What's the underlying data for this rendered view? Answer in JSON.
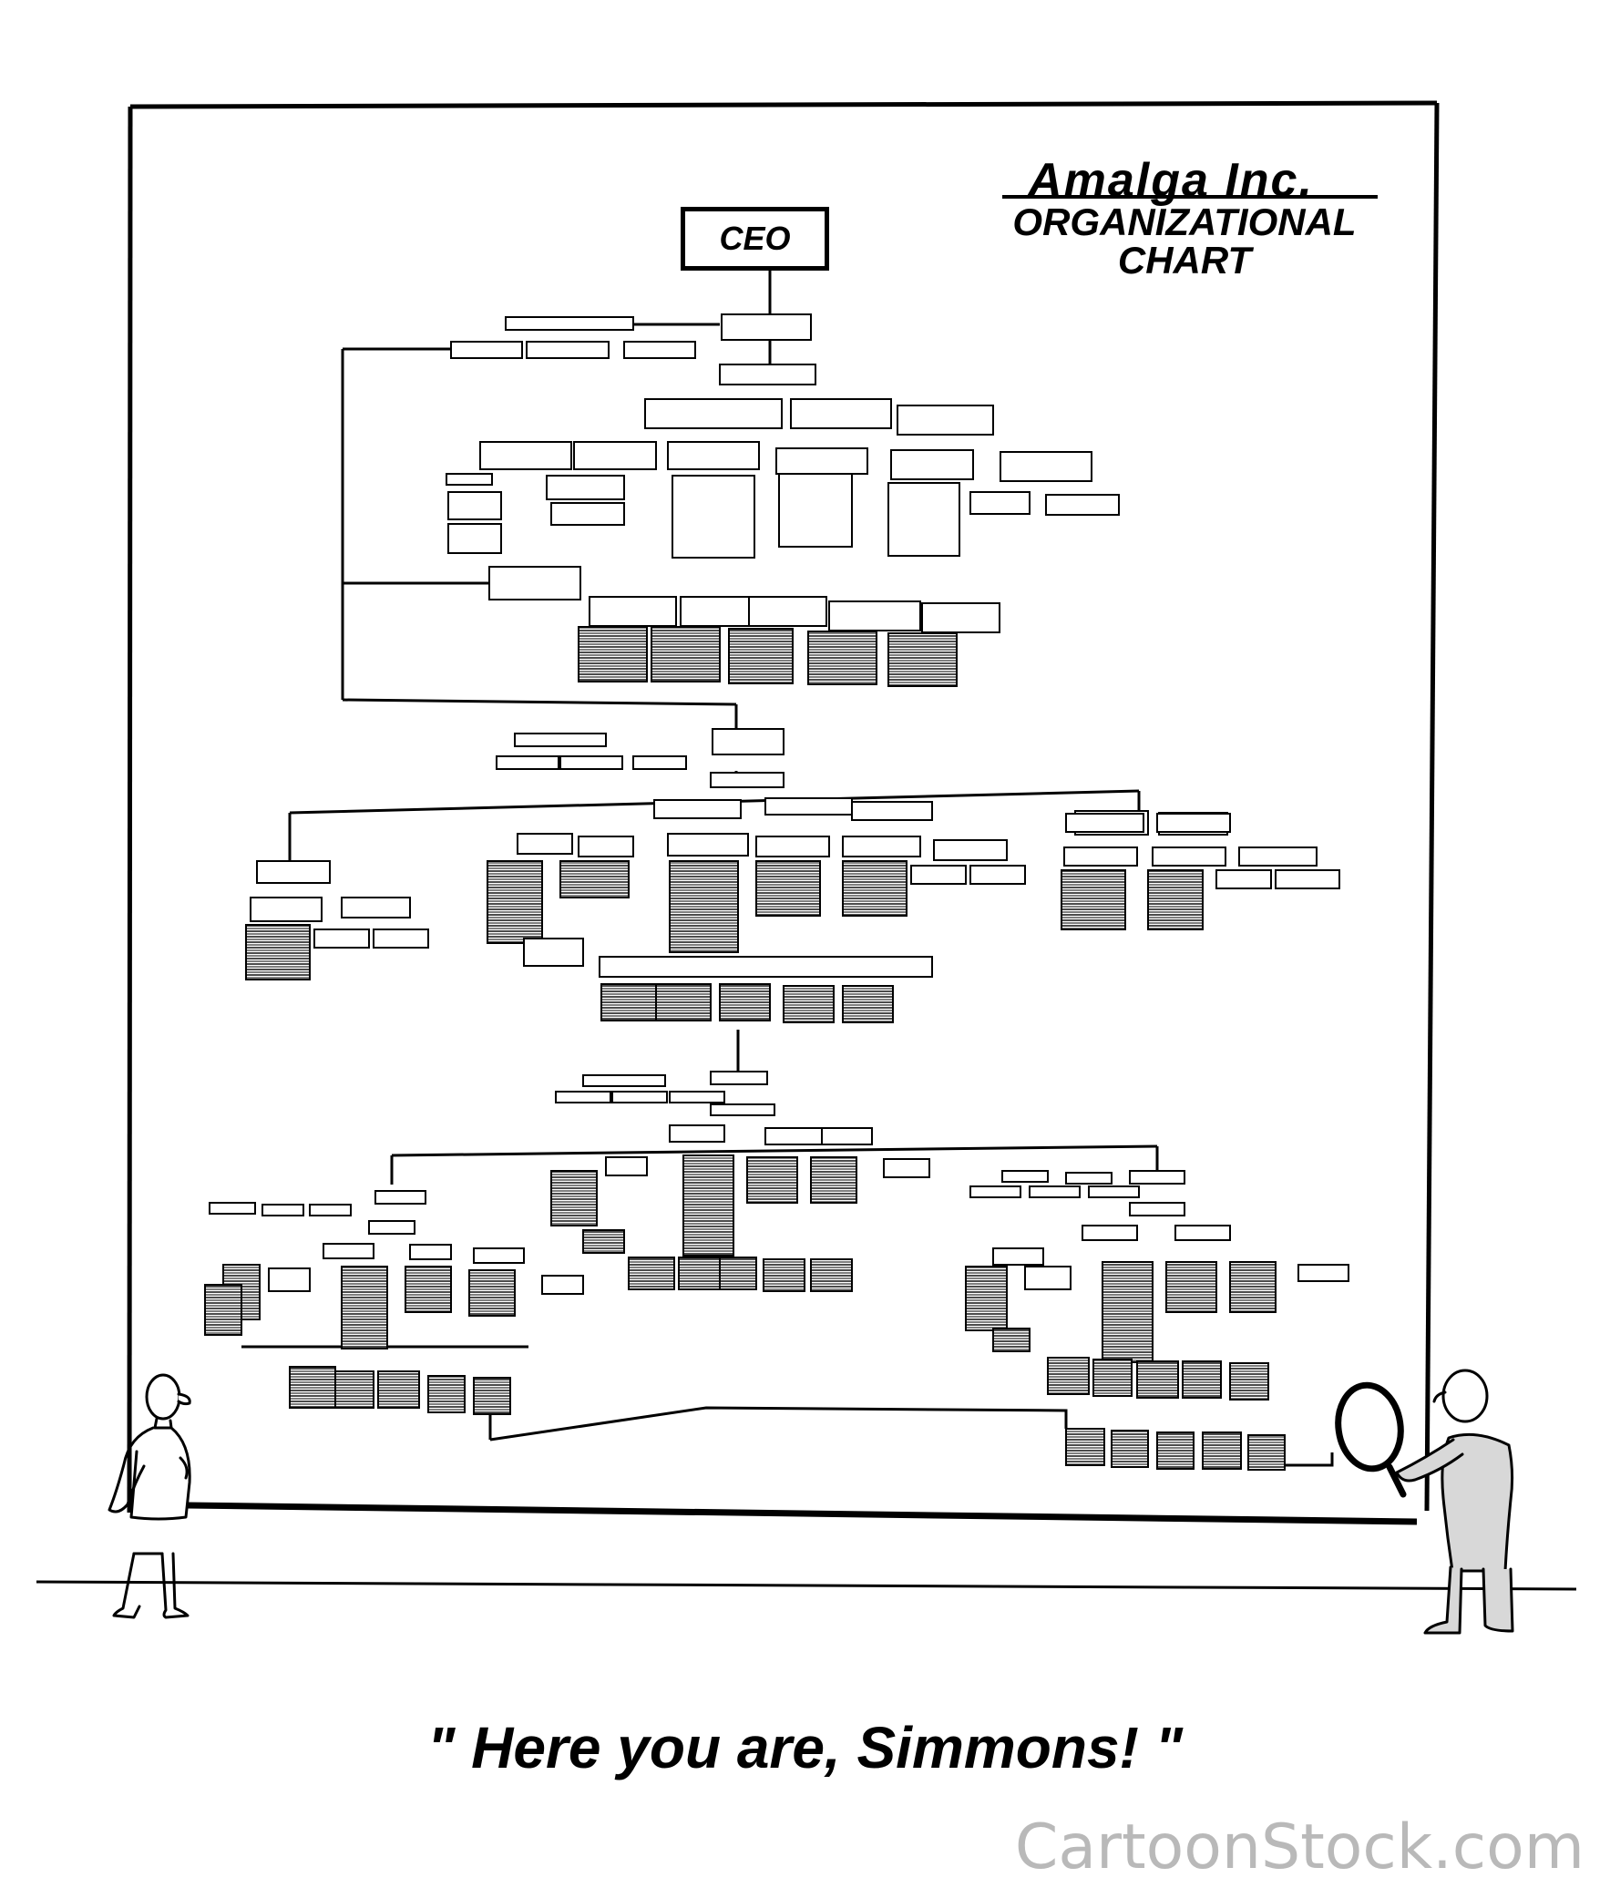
{
  "chart_header": {
    "company": "Amalga Inc.",
    "title_line1": "ORGANIZATIONAL",
    "title_line2": "CHART"
  },
  "top_box": "CEO",
  "caption": "\" Here you are, Simmons! \"",
  "watermark": "CartoonStock.com"
}
